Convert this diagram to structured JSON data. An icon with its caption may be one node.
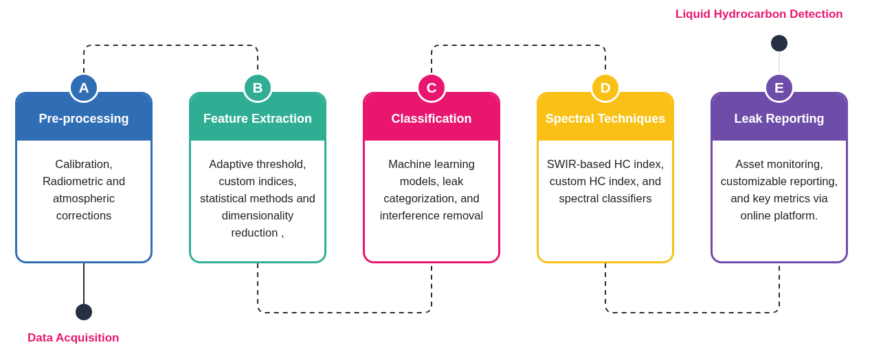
{
  "diagram": {
    "nodes": [
      {
        "text": [
          "A"
        ]
      },
      {
        "text": [
          "Pre-processing",
          "Calibration, Radiometric and atmospheric corrections"
        ]
      },
      {
        "text": [
          "B"
        ]
      },
      {
        "text": [
          "Feature Extraction",
          "Adaptive threshold, custom indices, statistical methods and dimensionality reduction ,"
        ]
      },
      {
        "text": [
          "C"
        ]
      },
      {
        "text": [
          "Classification",
          "Machine learning models, leak categorization, and interference removal"
        ]
      },
      {
        "text": [
          "D"
        ]
      },
      {
        "text": [
          "Spectral Techniques",
          "SWIR-based HC index, custom HC index, and spectral classifiers"
        ]
      },
      {
        "text": [
          "E"
        ]
      },
      {
        "text": [
          "Leak Reporting",
          "Asset monitoring, customizable reporting, and key metrics via online platform."
        ]
      },
      {
        "text": [],
        "shape": "circle",
        "beside": [
          "Data Acquisition"
        ]
      },
      {
        "text": [],
        "shape": "circle",
        "beside": [
          "Liquid Hydrocarbon Detection"
        ]
      }
    ],
    "edges": [
      {
        "from": 0,
        "to": 2,
        "arrow": "none",
        "style": "dashed"
      },
      {
        "from": 3,
        "to": 5,
        "arrow": "none",
        "style": "dashed"
      },
      {
        "from": 4,
        "to": 6,
        "arrow": "none",
        "style": "dashed"
      },
      {
        "from": 7,
        "to": 9,
        "arrow": "none",
        "style": "dashed"
      },
      {
        "from": 1,
        "to": 10,
        "arrow": "none"
      },
      {
        "from": 8,
        "to": 11,
        "arrow": "none",
        "color": "#e3e6ec"
      }
    ]
  }
}
